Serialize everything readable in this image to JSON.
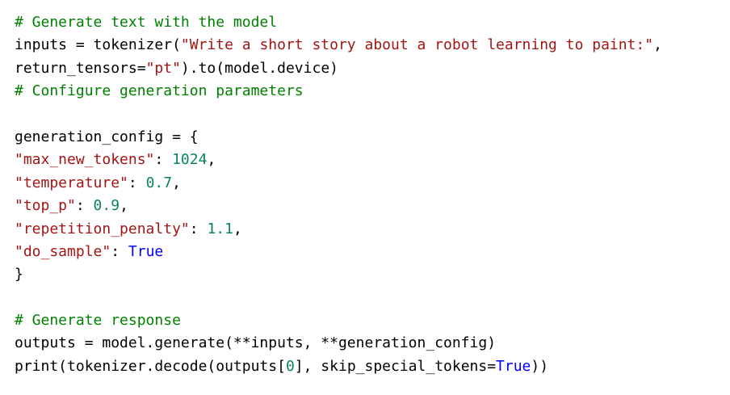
{
  "code": {
    "lines": [
      [
        {
          "text": "# Generate text with the model",
          "type": "comment"
        }
      ],
      [
        {
          "text": "inputs = tokenizer(",
          "type": "plain"
        },
        {
          "text": "\"Write a short story about a robot learning to paint:\"",
          "type": "string"
        },
        {
          "text": ",",
          "type": "plain"
        }
      ],
      [
        {
          "text": "return_tensors=",
          "type": "plain"
        },
        {
          "text": "\"pt\"",
          "type": "string"
        },
        {
          "text": ").to(model.device)",
          "type": "plain"
        }
      ],
      [
        {
          "text": "# Configure generation parameters",
          "type": "comment"
        }
      ],
      [],
      [
        {
          "text": "generation_config = {",
          "type": "plain"
        }
      ],
      [
        {
          "text": "\"max_new_tokens\"",
          "type": "string"
        },
        {
          "text": ": ",
          "type": "plain"
        },
        {
          "text": "1024",
          "type": "number"
        },
        {
          "text": ",",
          "type": "plain"
        }
      ],
      [
        {
          "text": "\"temperature\"",
          "type": "string"
        },
        {
          "text": ": ",
          "type": "plain"
        },
        {
          "text": "0.7",
          "type": "number"
        },
        {
          "text": ",",
          "type": "plain"
        }
      ],
      [
        {
          "text": "\"top_p\"",
          "type": "string"
        },
        {
          "text": ": ",
          "type": "plain"
        },
        {
          "text": "0.9",
          "type": "number"
        },
        {
          "text": ",",
          "type": "plain"
        }
      ],
      [
        {
          "text": "\"repetition_penalty\"",
          "type": "string"
        },
        {
          "text": ": ",
          "type": "plain"
        },
        {
          "text": "1.1",
          "type": "number"
        },
        {
          "text": ",",
          "type": "plain"
        }
      ],
      [
        {
          "text": "\"do_sample\"",
          "type": "string"
        },
        {
          "text": ": ",
          "type": "plain"
        },
        {
          "text": "True",
          "type": "keyword"
        }
      ],
      [
        {
          "text": "}",
          "type": "plain"
        }
      ],
      [],
      [
        {
          "text": "# Generate response",
          "type": "comment"
        }
      ],
      [
        {
          "text": "outputs = model.generate(**inputs, **generation_config)",
          "type": "plain"
        }
      ],
      [
        {
          "text": "print(tokenizer.decode(outputs[",
          "type": "plain"
        },
        {
          "text": "0",
          "type": "number"
        },
        {
          "text": "], skip_special_tokens=",
          "type": "plain"
        },
        {
          "text": "True",
          "type": "keyword"
        },
        {
          "text": "))",
          "type": "plain"
        }
      ]
    ]
  },
  "colors": {
    "background": "#ffffff",
    "comment": "#008000",
    "string": "#a31515",
    "number": "#098658",
    "keyword": "#0000ff",
    "plain": "#000000"
  }
}
